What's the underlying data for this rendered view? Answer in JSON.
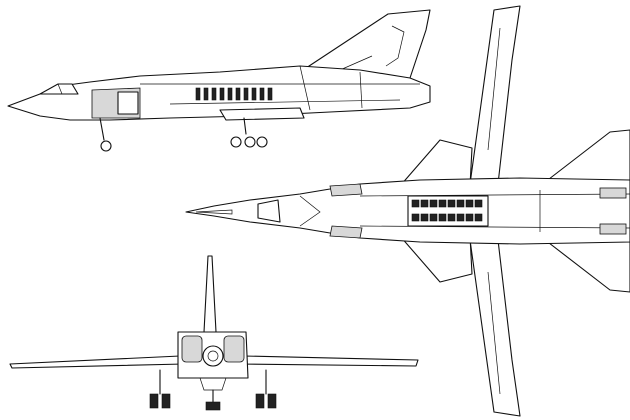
{
  "views": {
    "side": "side-view",
    "top": "top-view",
    "front": "front-view"
  },
  "colors": {
    "line": "#111111",
    "background": "#ffffff",
    "hatch": "#d8d8d8"
  }
}
